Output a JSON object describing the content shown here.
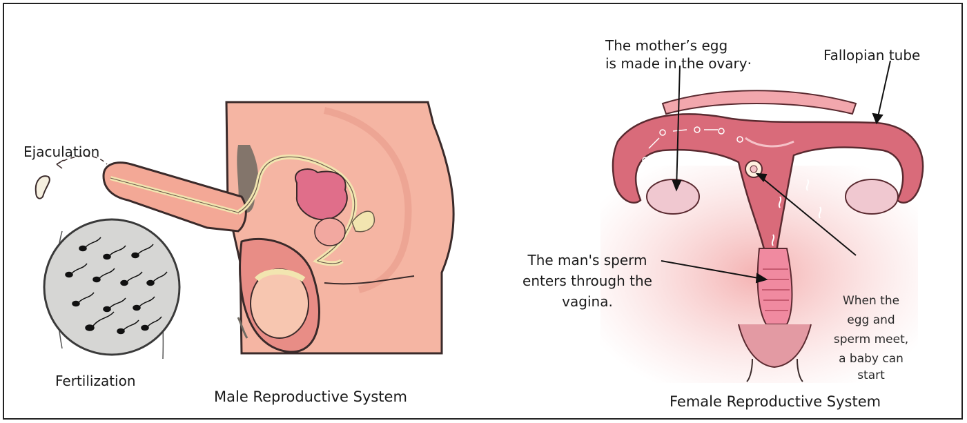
{
  "male": {
    "caption": "Male Reproductive System",
    "label_ejaculation": "Ejaculation",
    "label_fertilization": "Fertilization"
  },
  "female": {
    "caption": "Female Reproductive System",
    "label_egg_line1": "The mother’s egg",
    "label_egg_line2": "is made in the ovary·",
    "label_tube": "Fallopian tube",
    "label_sperm_line1": "The man's sperm",
    "label_sperm_line2": "enters through the",
    "label_sperm_line3": "vagina.",
    "label_meet_line1": "When the",
    "label_meet_line2": "egg and",
    "label_meet_line3": "sperm meet,",
    "label_meet_line4": "a baby can",
    "label_meet_line5": "start"
  },
  "colors": {
    "skin": "#f5b5a3",
    "tissue": "#d96b7a",
    "ovary": "#f0c8d0",
    "circle": "#d6d6d4"
  }
}
